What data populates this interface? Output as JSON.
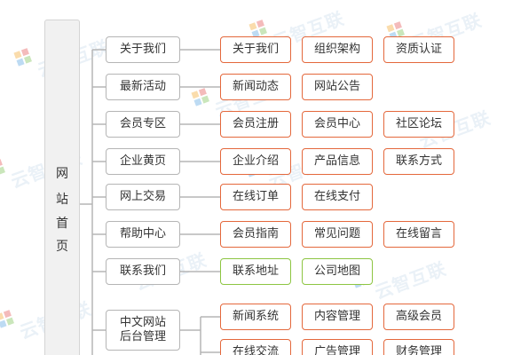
{
  "root": {
    "label": "网站首页"
  },
  "watermark": {
    "text": "云智互联"
  },
  "colors": {
    "category_border": "#b5b5b5",
    "item_border": "#e4683c",
    "contact_item_border": "#8dc542",
    "connector": "#b5b5b5",
    "root_bg": "#f1f1f1"
  },
  "categories": [
    {
      "label": "关于我们",
      "items": [
        "关于我们",
        "组织架构",
        "资质认证"
      ]
    },
    {
      "label": "最新活动",
      "items": [
        "新闻动态",
        "网站公告"
      ]
    },
    {
      "label": "会员专区",
      "items": [
        "会员注册",
        "会员中心",
        "社区论坛"
      ]
    },
    {
      "label": "企业黄页",
      "items": [
        "企业介绍",
        "产品信息",
        "联系方式"
      ]
    },
    {
      "label": "网上交易",
      "items": [
        "在线订单",
        "在线支付"
      ]
    },
    {
      "label": "帮助中心",
      "items": [
        "会员指南",
        "常见问题",
        "在线留言"
      ]
    },
    {
      "label": "联系我们",
      "items": [
        "联系地址",
        "公司地图"
      ]
    },
    {
      "label": "中文网站后台管理",
      "items": [
        "新闻系统",
        "内容管理",
        "高级会员",
        "在线交流",
        "广告管理",
        "财务管理"
      ]
    }
  ]
}
